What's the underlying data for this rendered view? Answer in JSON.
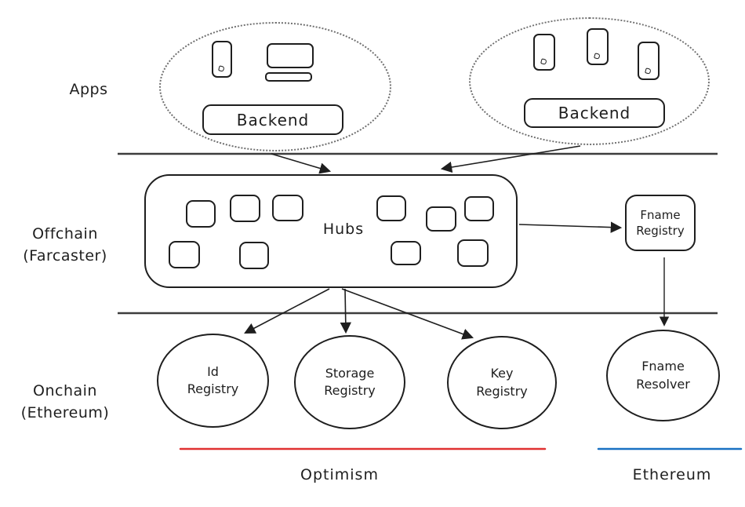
{
  "layers": {
    "apps_label": "Apps",
    "offchain": [
      "Offchain",
      "(Farcaster)"
    ],
    "onchain": [
      "Onchain",
      "(Ethereum)"
    ]
  },
  "nodes": {
    "backend_left": {
      "label": "Backend"
    },
    "backend_right": {
      "label": "Backend"
    },
    "hubs": {
      "label": "Hubs"
    },
    "fname_registry": {
      "line1": "Fname",
      "line2": "Registry"
    },
    "id_registry": {
      "line1": "Id",
      "line2": "Registry"
    },
    "storage_registry": {
      "line1": "Storage",
      "line2": "Registry"
    },
    "key_registry": {
      "line1": "Key",
      "line2": "Registry"
    },
    "fname_resolver": {
      "line1": "Fname",
      "line2": "Resolver"
    }
  },
  "chains": {
    "optimism": {
      "label": "Optimism",
      "color": "#e03131"
    },
    "ethereum": {
      "label": "Ethereum",
      "color": "#1971c2"
    }
  },
  "icons": {
    "left_cluster": [
      "phone-icon",
      "laptop-icon"
    ],
    "right_cluster": [
      "phone-icon",
      "phone-icon",
      "phone-icon"
    ]
  },
  "style": {
    "stroke_color": "#1e1e1e",
    "divider_color": "#3d3d3d"
  }
}
